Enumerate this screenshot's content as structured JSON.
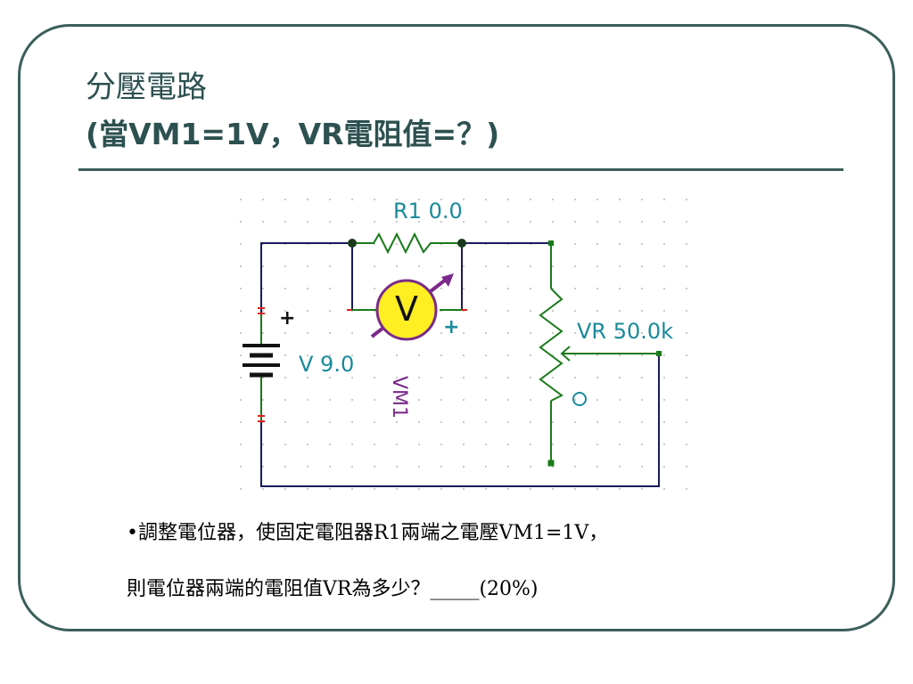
{
  "slide": {
    "title": "分壓電路",
    "subtitle": "(當VM1=1V，VR電阻值=？)",
    "body_line1": "•調整電位器，使固定電阻器R1兩端之電壓VM1=1V，",
    "body_line2": "則電位器兩端的電阻值VR為多少？_____(20%)"
  },
  "circuit": {
    "r1_label": "R1 0.0",
    "vr_label": "VR 50.0k",
    "battery_label": "V 9.0",
    "voltmeter_symbol": "V",
    "voltmeter_name": "VM1",
    "plus_battery": "+",
    "plus_meter": "+",
    "wiper_marker": "O",
    "colors": {
      "wire": "#1a1a5c",
      "resistor": "#1a7a1a",
      "label": "#1a8a9a",
      "meter_fill": "#ffee22",
      "meter_outline": "#7a2a8a",
      "battery": "#111111",
      "pin": "#e02020"
    }
  }
}
